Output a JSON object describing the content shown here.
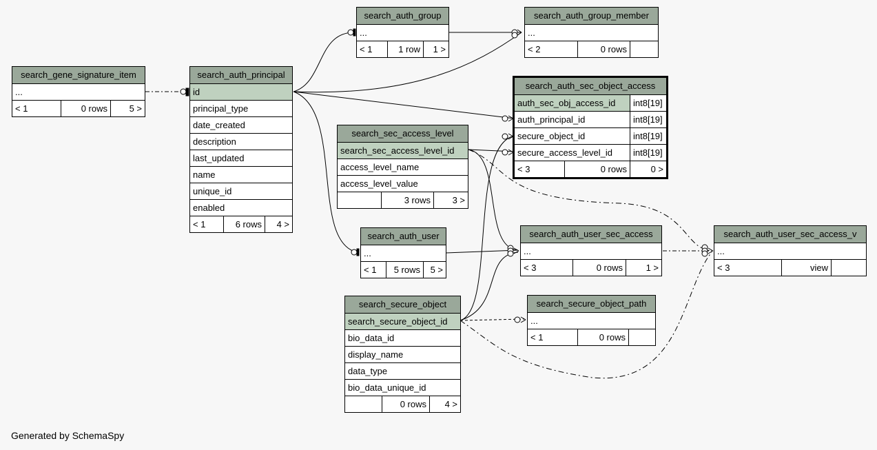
{
  "tables": {
    "gene_sig": {
      "name": "search_gene_signature_item",
      "rows": [
        "..."
      ],
      "footer": [
        "< 1",
        "0 rows",
        "5 >"
      ]
    },
    "principal": {
      "name": "search_auth_principal",
      "rows": [
        "id",
        "principal_type",
        "date_created",
        "description",
        "last_updated",
        "name",
        "unique_id",
        "enabled"
      ],
      "footer": [
        "< 1",
        "6 rows",
        "4 >"
      ]
    },
    "group": {
      "name": "search_auth_group",
      "rows": [
        "..."
      ],
      "footer": [
        "< 1",
        "1 row",
        "1 >"
      ]
    },
    "group_member": {
      "name": "search_auth_group_member",
      "rows": [
        "..."
      ],
      "footer": [
        "< 2",
        "0 rows",
        ""
      ]
    },
    "sec_obj_access": {
      "name": "search_auth_sec_object_access",
      "rows": [
        {
          "col": "auth_sec_obj_access_id",
          "type": "int8[19]"
        },
        {
          "col": "auth_principal_id",
          "type": "int8[19]"
        },
        {
          "col": "secure_object_id",
          "type": "int8[19]"
        },
        {
          "col": "secure_access_level_id",
          "type": "int8[19]"
        }
      ],
      "footer": [
        "< 3",
        "0 rows",
        "0 >"
      ]
    },
    "access_level": {
      "name": "search_sec_access_level",
      "rows": [
        "search_sec_access_level_id",
        "access_level_name",
        "access_level_value"
      ],
      "footer": [
        "",
        "3 rows",
        "3 >"
      ]
    },
    "auth_user": {
      "name": "search_auth_user",
      "rows": [
        "..."
      ],
      "footer": [
        "< 1",
        "5 rows",
        "5 >"
      ]
    },
    "user_sec_access": {
      "name": "search_auth_user_sec_access",
      "rows": [
        "..."
      ],
      "footer": [
        "< 3",
        "0 rows",
        "1 >"
      ]
    },
    "user_sec_access_v": {
      "name": "search_auth_user_sec_access_v",
      "rows": [
        "..."
      ],
      "footer": [
        "< 3",
        "view",
        ""
      ]
    },
    "secure_object": {
      "name": "search_secure_object",
      "rows": [
        "search_secure_object_id",
        "bio_data_id",
        "display_name",
        "data_type",
        "bio_data_unique_id"
      ],
      "footer": [
        "",
        "0 rows",
        "4 >"
      ]
    },
    "secure_object_path": {
      "name": "search_secure_object_path",
      "rows": [
        "..."
      ],
      "footer": [
        "< 1",
        "0 rows",
        ""
      ]
    }
  },
  "generated_by": "Generated by SchemaSpy",
  "colors": {
    "header": "#9aa89a",
    "primary_key": "#bfd1bf",
    "background": "#f7f7f7"
  }
}
